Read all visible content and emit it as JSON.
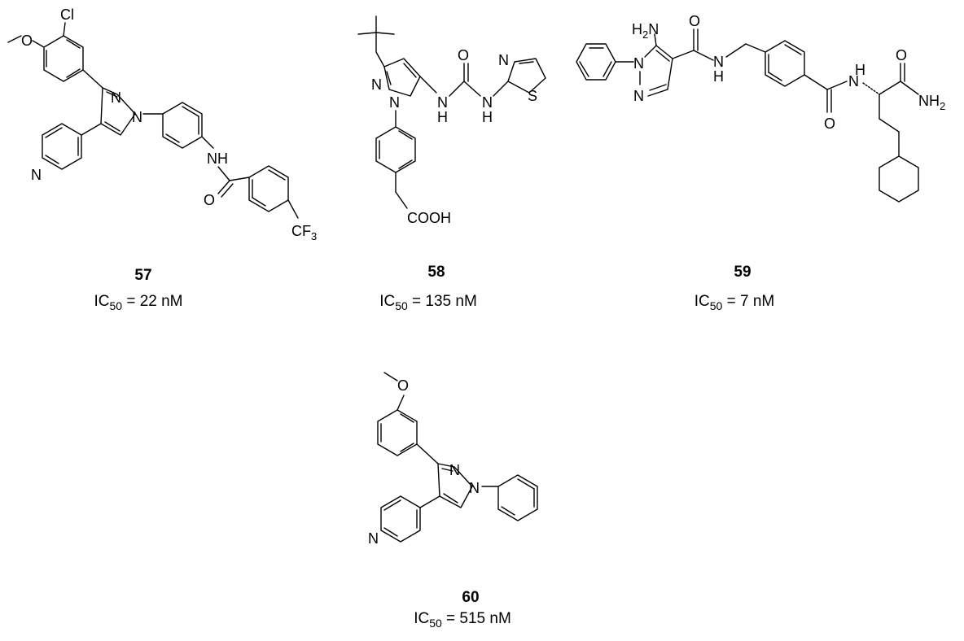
{
  "compounds": [
    {
      "id": "57",
      "number": "57",
      "ic50_label": "IC",
      "ic50_sub": "50",
      "ic50_value": " = 22 nM",
      "atom_labels": {
        "methoxy_o": "O",
        "cl": "Cl",
        "pyrazole_n2": "N",
        "pyrazole_n1": "N",
        "pyridine_n": "N",
        "nh": "NH",
        "carbonyl_o": "O",
        "cf": "CF",
        "cf_sub": "3"
      }
    },
    {
      "id": "58",
      "number": "58",
      "ic50_label": "IC",
      "ic50_sub": "50",
      "ic50_value": " = 135 nM",
      "atom_labels": {
        "pyrazole_n2": "N",
        "pyrazole_n1": "N",
        "nh1": "N",
        "nh1_h": "H",
        "urea_o": "O",
        "nh2": "N",
        "nh2_h": "H",
        "thiazole_n": "N",
        "thiazole_s": "S",
        "cooh": "COOH"
      }
    },
    {
      "id": "59",
      "number": "59",
      "ic50_label": "IC",
      "ic50_sub": "50",
      "ic50_value": " = 7 nM",
      "atom_labels": {
        "amino": "H",
        "amino_sub": "2",
        "amino_n": "N",
        "pyrazole_n1": "N",
        "pyrazole_n2": "N",
        "amide_o1": "O",
        "amide_n1": "N",
        "amide_h1": "H",
        "amide_o2": "O",
        "amide_n2": "N",
        "amide_h2": "H",
        "amide_o3": "O",
        "nh2": "NH",
        "nh2_sub": "2"
      }
    },
    {
      "id": "60",
      "number": "60",
      "ic50_label": "IC",
      "ic50_sub": "50",
      "ic50_value": " = 515 nM",
      "atom_labels": {
        "methoxy_o": "O",
        "pyrazole_n2": "N",
        "pyrazole_n1": "N",
        "pyridine_n": "N"
      }
    }
  ]
}
